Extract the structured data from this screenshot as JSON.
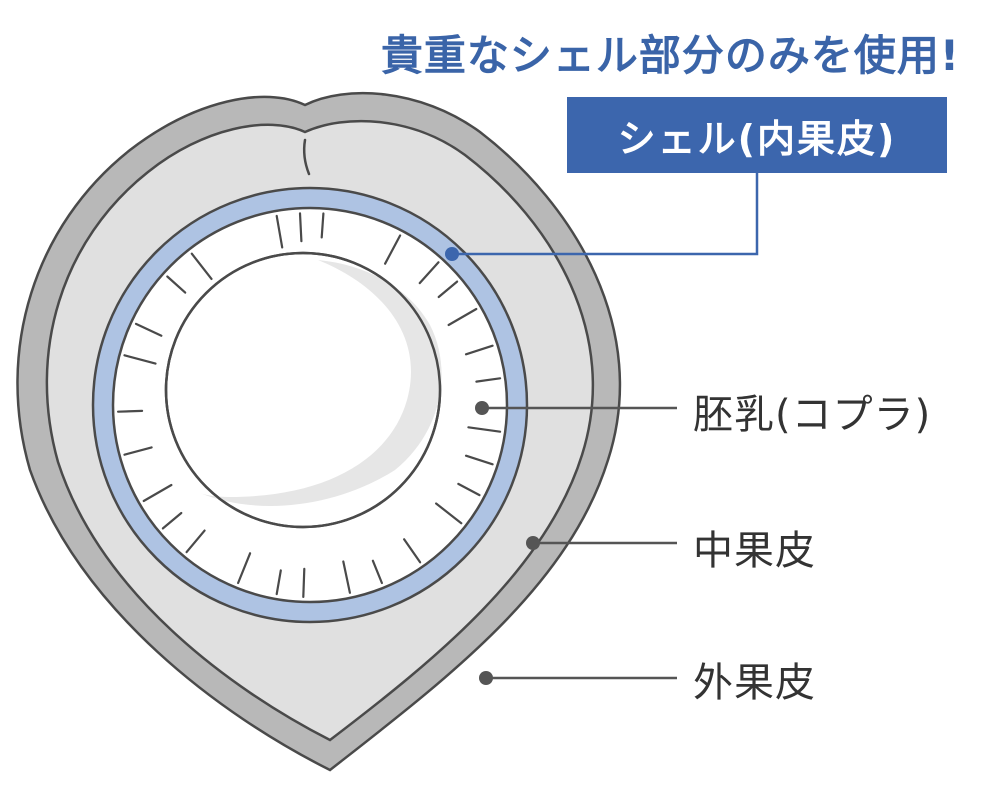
{
  "headline": "貴重なシェル部分のみを使用!",
  "labels": {
    "shell": "シェル(内果皮)",
    "coconut_meat": "胚乳(コプラ)",
    "mesocarp": "中果皮",
    "exocarp": "外果皮"
  },
  "colors": {
    "headline": "#3a64a8",
    "shell_label_bg": "#3c66ad",
    "shell_layer": "#aec3e3",
    "shell_leader": "#3c66ad",
    "outer_husk": "#b8b8b8",
    "inner_husk": "#e0e0e0",
    "outline": "#4a4a4a",
    "flesh": "#ffffff",
    "flesh_shadow": "#e6e6e6",
    "leader": "#555555"
  }
}
